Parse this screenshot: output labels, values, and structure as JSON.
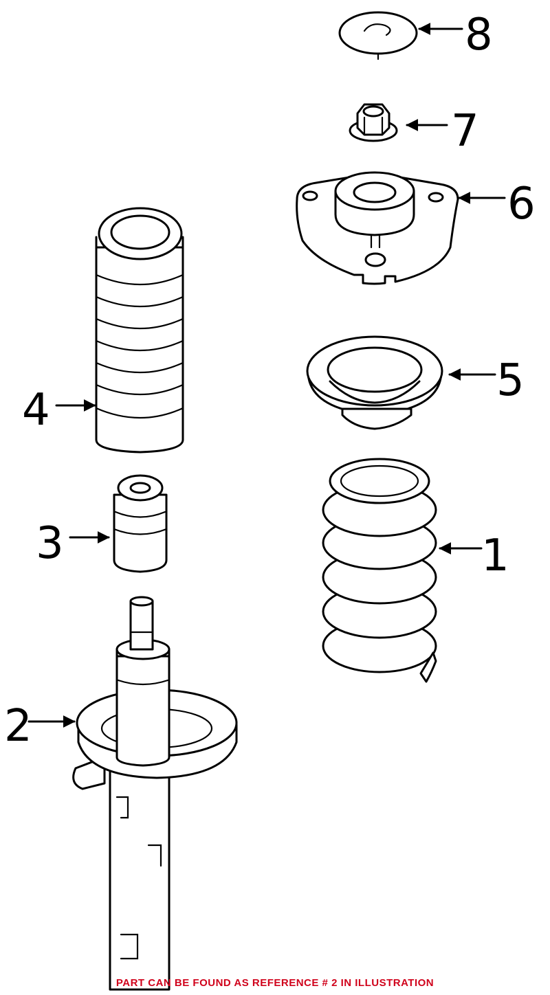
{
  "callouts": {
    "c1": "1",
    "c2": "2",
    "c3": "3",
    "c4": "4",
    "c5": "5",
    "c6": "6",
    "c7": "7",
    "c8": "8"
  },
  "footer": {
    "note": "PART CAN BE FOUND AS REFERENCE # 2 IN ILLUSTRATION",
    "note_color": "#d0021b"
  },
  "colors": {
    "line": "#000000",
    "background": "#ffffff"
  }
}
